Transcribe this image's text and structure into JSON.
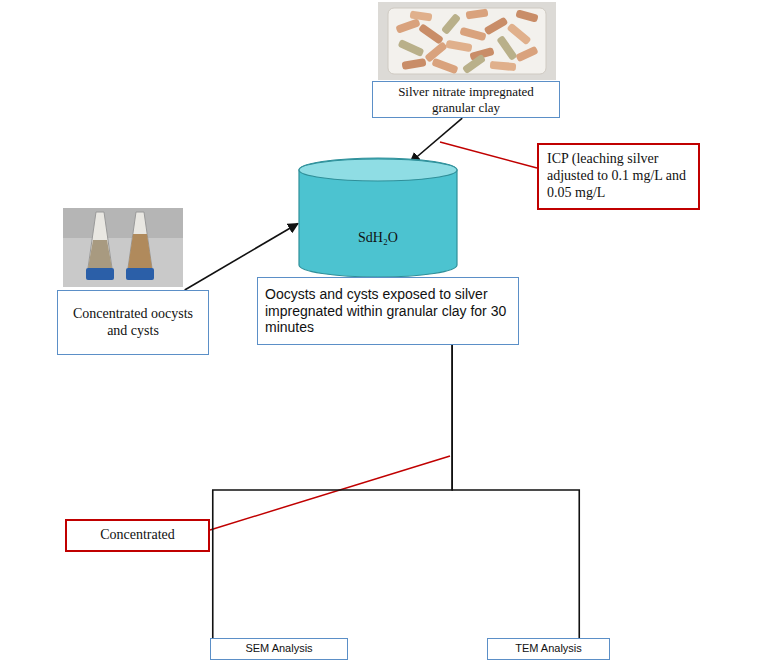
{
  "diagram": {
    "nodes": [
      {
        "text": [
          "Silver nitrate impregnated granular clay"
        ]
      },
      {
        "text": [
          "ICP (leaching silver adjusted to 0.1 mg/L and 0.05 mg/L"
        ]
      },
      {
        "text": [
          "SdH₂O"
        ]
      },
      {
        "text": [
          "Concentrated oocysts and cysts"
        ]
      },
      {
        "text": [
          "Oocysts and cysts exposed to silver impregnated within granular clay for 30 minutes"
        ]
      },
      {
        "text": [
          "Concentrated"
        ]
      },
      {
        "text": [
          "SEM Analysis"
        ]
      },
      {
        "text": [
          "TEM Analysis"
        ]
      }
    ],
    "edges": [
      {
        "from": 0,
        "to": 2,
        "arrow": "to"
      },
      {
        "from": 3,
        "to": 2,
        "arrow": "to"
      },
      {
        "from": 4,
        "to": 6,
        "arrow": "none"
      },
      {
        "from": 4,
        "to": 7,
        "arrow": "none"
      }
    ]
  }
}
